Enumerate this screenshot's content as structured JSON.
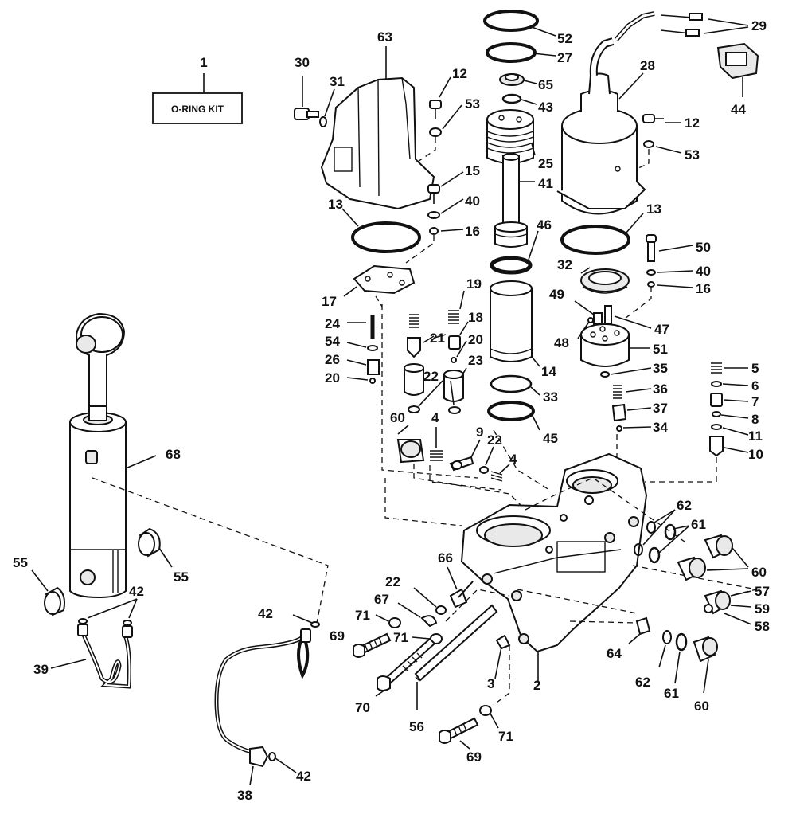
{
  "kit_box": {
    "number": "1",
    "text": "O-RING KIT"
  },
  "labels": {
    "l1": "1",
    "l2": "2",
    "l3": "3",
    "l4a": "4",
    "l4b": "4",
    "l5": "5",
    "l6": "6",
    "l7": "7",
    "l8": "8",
    "l9": "9",
    "l10": "10",
    "l11": "11",
    "l12a": "12",
    "l12b": "12",
    "l13a": "13",
    "l13b": "13",
    "l14": "14",
    "l15": "15",
    "l16a": "16",
    "l16b": "16",
    "l17": "17",
    "l18": "18",
    "l19": "19",
    "l20a": "20",
    "l20b": "20",
    "l21": "21",
    "l22a": "22",
    "l22b": "22",
    "l22c": "22",
    "l23": "23",
    "l24": "24",
    "l25": "25",
    "l26": "26",
    "l27": "27",
    "l28": "28",
    "l29": "29",
    "l30": "30",
    "l31": "31",
    "l32": "32",
    "l33": "33",
    "l34": "34",
    "l35": "35",
    "l36": "36",
    "l37": "37",
    "l38": "38",
    "l39": "39",
    "l40a": "40",
    "l40b": "40",
    "l41": "41",
    "l42a": "42",
    "l42b": "42",
    "l42c": "42",
    "l43": "43",
    "l44": "44",
    "l45": "45",
    "l46": "46",
    "l47": "47",
    "l48": "48",
    "l49": "49",
    "l50": "50",
    "l51": "51",
    "l52": "52",
    "l53a": "53",
    "l53b": "53",
    "l54": "54",
    "l55a": "55",
    "l55b": "55",
    "l56": "56",
    "l57": "57",
    "l58": "58",
    "l59": "59",
    "l60a": "60",
    "l60b": "60",
    "l60c": "60",
    "l61a": "61",
    "l61b": "61",
    "l62a": "62",
    "l62b": "62",
    "l63": "63",
    "l64": "64",
    "l65": "65",
    "l66": "66",
    "l67": "67",
    "l68": "68",
    "l69a": "69",
    "l69b": "69",
    "l70": "70",
    "l71a": "71",
    "l71b": "71",
    "l71c": "71"
  }
}
